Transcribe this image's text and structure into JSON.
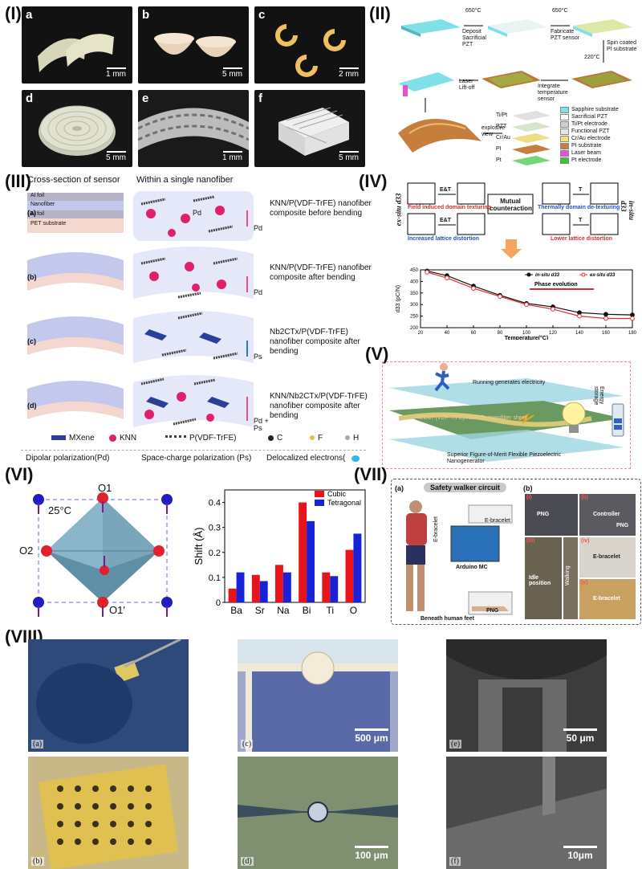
{
  "panel_I": {
    "label": "(I)",
    "photos": [
      {
        "letter": "a",
        "scale": "1 mm"
      },
      {
        "letter": "b",
        "scale": "5 mm"
      },
      {
        "letter": "c",
        "scale": "2 mm"
      },
      {
        "letter": "d",
        "scale": "5 mm"
      },
      {
        "letter": "e",
        "scale": "1 mm"
      },
      {
        "letter": "f",
        "scale": "5 mm"
      }
    ]
  },
  "panel_II": {
    "label": "(II)",
    "steps": [
      "650°C",
      "Deposit Sacrificial PZT",
      "650°C",
      "Fabricate PZT sensor",
      "Spin coated PI substrate",
      "220°C",
      "Integrate temperature sensor",
      "Laser Lift-off",
      "explosive view"
    ],
    "layers": [
      "Ti/Pt",
      "PZT",
      "Cr/Au",
      "PI",
      "Pt"
    ],
    "legend": [
      {
        "label": "Sapphire substrate",
        "color": "#7fe0e8"
      },
      {
        "label": "Sacrificial PZT",
        "color": "#ffffff"
      },
      {
        "label": "Ti/Pt electrode",
        "color": "#cfcfcf"
      },
      {
        "label": "Functional PZT",
        "color": "#e6e6e6"
      },
      {
        "label": "Cr/Au electrode",
        "color": "#f5e07a"
      },
      {
        "label": "PI substrate",
        "color": "#c77d3c"
      },
      {
        "label": "Laser beam",
        "color": "#e84fd2"
      },
      {
        "label": "Pt electrode",
        "color": "#3cc43c"
      }
    ]
  },
  "panel_III": {
    "label": "(III)",
    "col1": "Cross-section of sensor",
    "col2": "Within a single nanofiber",
    "layers": [
      "Al foil",
      "Nanofiber",
      "Al foil",
      "PET substrate"
    ],
    "rows": [
      {
        "tag": "(a)",
        "text": "KNN/P(VDF-TrFE) nanofiber composite before bending",
        "pol": "Pd"
      },
      {
        "tag": "(b)",
        "text": "KNN/P(VDF-TrFE) nanofiber composite after bending",
        "pol": "Pd"
      },
      {
        "tag": "(c)",
        "text": "Nb2CTx/P(VDF-TrFE) nanofiber composite after bending",
        "pol": "Ps"
      },
      {
        "tag": "(d)",
        "text": "KNN/Nb2CTx/P(VDF-TrFE) nanofiber composite after bending",
        "pol": "Pd + Ps"
      }
    ],
    "inner_label": "Pd",
    "legend": [
      "MXene",
      "KNN",
      "P(VDF-TrFE)",
      "C",
      "F",
      "H"
    ],
    "footer": [
      "Dipolar polarization(Pd)",
      "Space-charge polarization (Ps)",
      "Delocalized electrons("
    ]
  },
  "panel_IV": {
    "label": "(IV)",
    "left_side": "ex-situ d33",
    "right_side": "in-situ d33",
    "boxes": [
      "Field induced domain texturing",
      "Increased lattice distortion",
      "Mutual counteraction",
      "Thermally domain de-texturing",
      "Lower lattice distortion"
    ],
    "arrows": [
      "E&T",
      "E&T",
      "T",
      "T"
    ],
    "phase_label": "Phase evolution",
    "chart_data": {
      "type": "line",
      "xlabel": "Temperature(°C)",
      "ylabel": "d33 (pC/N)",
      "xlim": [
        20,
        180
      ],
      "ylim": [
        200,
        450
      ],
      "xticks": [
        20,
        40,
        60,
        80,
        100,
        120,
        140,
        160,
        180
      ],
      "yticks": [
        200,
        250,
        300,
        350,
        400,
        450
      ],
      "series": [
        {
          "name": "in-situ d33",
          "color": "#111111",
          "x": [
            25,
            40,
            60,
            80,
            100,
            120,
            140,
            160,
            180
          ],
          "y": [
            445,
            425,
            380,
            340,
            305,
            290,
            265,
            258,
            255
          ]
        },
        {
          "name": "ex-situ d33",
          "color": "#e03030",
          "x": [
            25,
            40,
            60,
            80,
            100,
            120,
            140,
            160,
            180
          ],
          "y": [
            440,
            415,
            370,
            335,
            300,
            280,
            250,
            240,
            240
          ]
        }
      ]
    }
  },
  "panel_V": {
    "label": "(V)",
    "top_text": "Running generates electricity",
    "sheet_text": "KNN/P(VDF-TrFE)/Nb2CTx nanofiber sheet",
    "bottom_text": "Superior Figure-of-Merit Flexible Piezoelectric Nanogenerator",
    "side_text": "Energy storage"
  },
  "panel_VI": {
    "label": "(VI)",
    "temp": "25°C",
    "atoms": [
      "O1",
      "O2",
      "O1'"
    ],
    "chart_data": {
      "type": "bar",
      "categories": [
        "Ba",
        "Sr",
        "Na",
        "Bi",
        "Ti",
        "O"
      ],
      "series": [
        {
          "name": "Cubic",
          "color": "#e8141c",
          "values": [
            0.055,
            0.11,
            0.15,
            0.4,
            0.12,
            0.21
          ]
        },
        {
          "name": "Tetragonal",
          "color": "#1a22d8",
          "values": [
            0.12,
            0.085,
            0.12,
            0.325,
            0.105,
            0.275
          ]
        }
      ],
      "ylabel": "Shift (Å)",
      "ylim": [
        0,
        0.45
      ],
      "yticks": [
        0,
        0.1,
        0.2,
        0.3,
        0.4
      ],
      "ytick_labels": [
        "0",
        "0.1",
        "0.2",
        "0.3",
        "0.4"
      ],
      "legend": "top-right"
    }
  },
  "panel_VII": {
    "label": "(VII)",
    "sub_a": "(a)",
    "sub_b": "(b)",
    "title": "Safety walker circuit",
    "labels": [
      "E-bracelet",
      "E-bracelet",
      "Arduino MC",
      "Beneath human feet",
      "PNG"
    ],
    "photo_labels": [
      "PNG",
      "Controller",
      "PNG",
      "E-bracelet",
      "Idle position",
      "Walking",
      "E-bracelet"
    ],
    "roman": [
      "(i)",
      "(ii)",
      "(iii)",
      "(iv)",
      "(v)"
    ]
  },
  "panel_VIII": {
    "label": "(VIII)",
    "images": [
      {
        "letter": "(a)",
        "scale": ""
      },
      {
        "letter": "(c)",
        "scale": "500 μm"
      },
      {
        "letter": "(e)",
        "scale": "50 μm"
      },
      {
        "letter": "(b)",
        "scale": ""
      },
      {
        "letter": "(d)",
        "scale": "100 μm"
      },
      {
        "letter": "(f)",
        "scale": "10μm"
      }
    ]
  }
}
